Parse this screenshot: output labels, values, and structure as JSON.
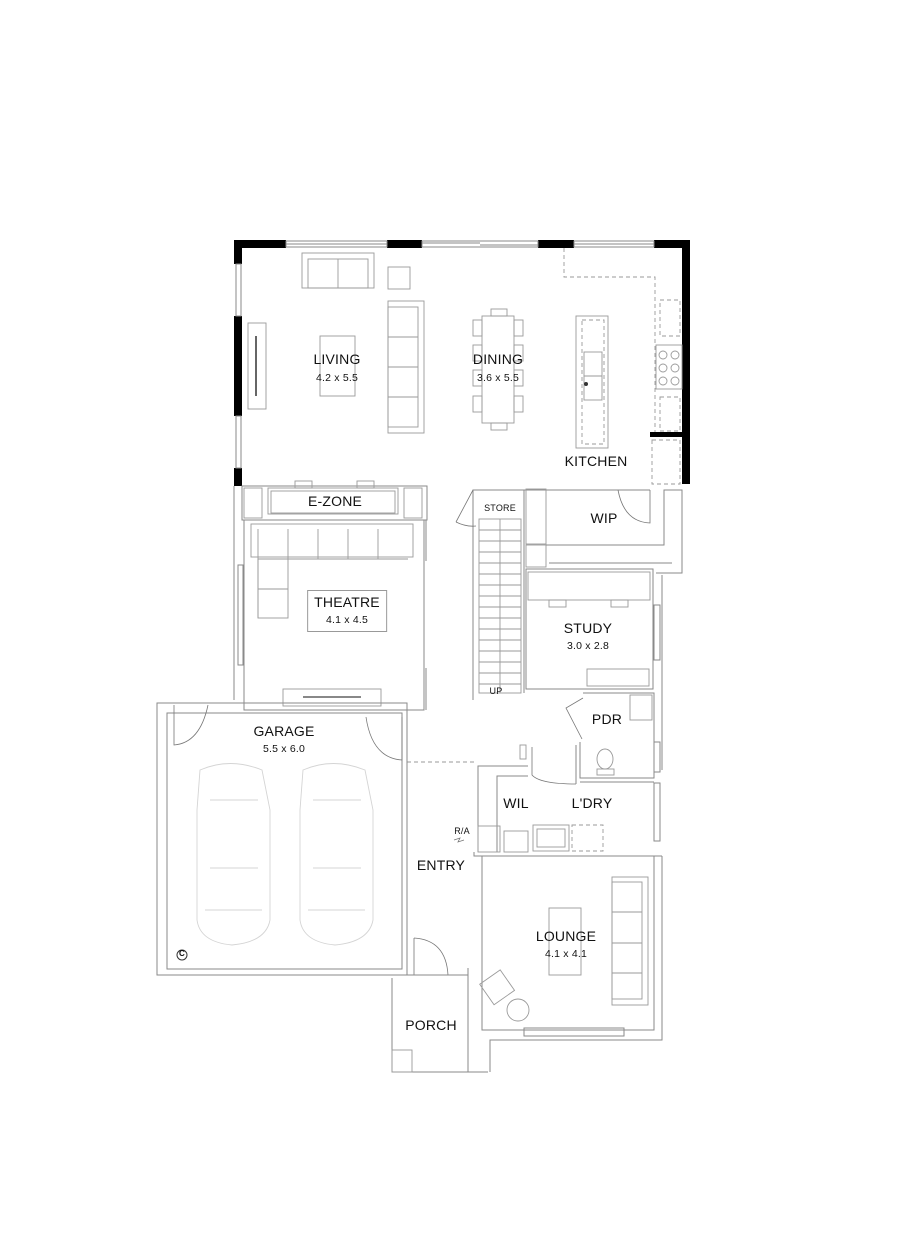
{
  "plan": {
    "type": "floor-plan",
    "rooms": [
      {
        "id": "living",
        "name": "LIVING",
        "size": "4.2 x 5.5"
      },
      {
        "id": "dining",
        "name": "DINING",
        "size": "3.6 x 5.5"
      },
      {
        "id": "kitchen",
        "name": "KITCHEN",
        "size": ""
      },
      {
        "id": "e-zone",
        "name": "E-ZONE",
        "size": ""
      },
      {
        "id": "store",
        "name": "STORE",
        "size": ""
      },
      {
        "id": "wip",
        "name": "WIP",
        "size": ""
      },
      {
        "id": "theatre",
        "name": "THEATRE",
        "size": "4.1 x 4.5"
      },
      {
        "id": "study",
        "name": "STUDY",
        "size": "3.0 x 2.8"
      },
      {
        "id": "garage",
        "name": "GARAGE",
        "size": "5.5 x 6.0"
      },
      {
        "id": "pdr",
        "name": "PDR",
        "size": ""
      },
      {
        "id": "wil",
        "name": "WIL",
        "size": ""
      },
      {
        "id": "laundry",
        "name": "L'DRY",
        "size": ""
      },
      {
        "id": "entry",
        "name": "ENTRY",
        "size": ""
      },
      {
        "id": "lounge",
        "name": "LOUNGE",
        "size": "4.1 x 4.1"
      },
      {
        "id": "porch",
        "name": "PORCH",
        "size": ""
      }
    ],
    "annotations": {
      "stair": "UP",
      "return_air": "R/A",
      "garage_symbol": "C"
    },
    "colors": {
      "wall_solid": "#000000",
      "line": "#8a8a8a",
      "furniture": "#9a9a9a",
      "car_outline": "#d4d4d4",
      "background": "#ffffff"
    }
  }
}
